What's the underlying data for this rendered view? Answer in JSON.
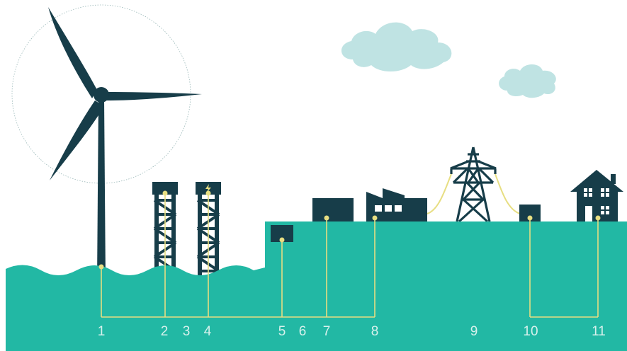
{
  "colors": {
    "background": "#ffffff",
    "sea": "#22b8a4",
    "structure": "#173d49",
    "cable": "#e7de82",
    "cloud": "#bfe3e3",
    "label": "#d7f1ec",
    "rotor_circle": "#9ab8b8"
  },
  "labels": [
    "1",
    "2",
    "3",
    "4",
    "5",
    "6",
    "7",
    "8",
    "9",
    "10",
    "11"
  ],
  "icons": {
    "turbine": "wind-turbine-icon",
    "platforms": "substation-platform-icon",
    "pylon": "transmission-tower-icon",
    "factory": "factory-icon",
    "house": "house-icon",
    "cloud": "cloud-icon",
    "lightning": "lightning-bolt-icon"
  }
}
